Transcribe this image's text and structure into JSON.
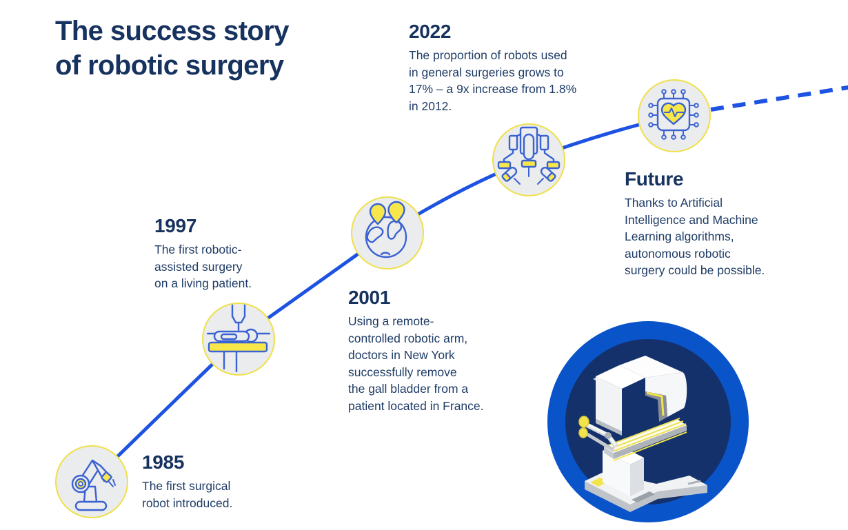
{
  "title": {
    "text": "The success story\nof robotic surgery"
  },
  "milestones": [
    {
      "id": "1985",
      "year": "1985",
      "text": "The first surgical\nrobot introduced.",
      "icon": "robotic-arm-icon"
    },
    {
      "id": "1997",
      "year": "1997",
      "text": "The first robotic-\nassisted surgery\non a living patient.",
      "icon": "surgery-table-icon"
    },
    {
      "id": "2001",
      "year": "2001",
      "text": "Using a remote-\ncontrolled robotic arm,\ndoctors in New York\nsuccessfully remove\nthe gall bladder from a\npatient located in France.",
      "icon": "globe-location-pins-icon"
    },
    {
      "id": "2022",
      "year": "2022",
      "text": "The proportion of robots used\nin general surgeries grows to\n17% – a 9x increase from 1.8%\nin 2012.",
      "icon": "robotic-surgical-arms-icon"
    },
    {
      "id": "future",
      "year": "Future",
      "text": "Thanks to Artificial\nIntelligence and Machine\nLearning algorithms,\nautonomous robotic\nsurgery could be possible.",
      "icon": "ai-chip-heart-icon"
    }
  ],
  "timeline": {
    "style": "solid curve through milestone nodes, dashed continuation after Future node",
    "node_shape": "circle with yellow border and light gray fill"
  },
  "illustration": {
    "name": "surgical-robot-illustration"
  },
  "colors": {
    "navy": "#16325e",
    "body": "#1f3c66",
    "line-blue": "#1d52e2",
    "node-fill": "#ebecee",
    "node-border": "#efe04a",
    "icon-stroke": "#3a62d2",
    "icon-yellow": "#f7e74b",
    "circle-outer": "#0a54ca",
    "circle-inner": "#14316b"
  }
}
